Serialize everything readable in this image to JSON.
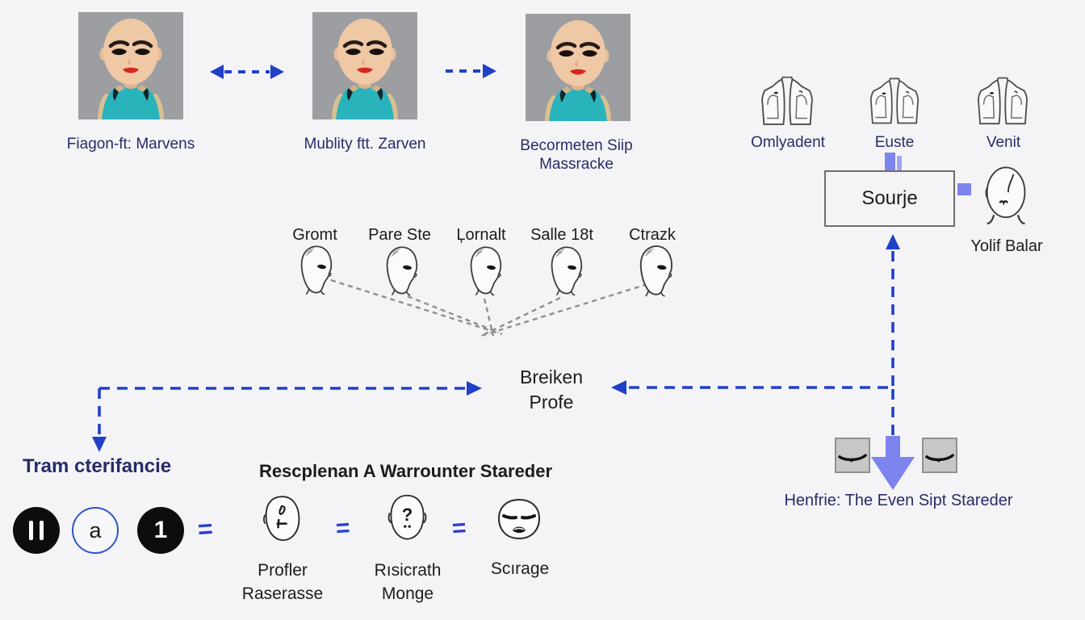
{
  "colors": {
    "canvas": "#f4f4f6",
    "accent_blue": "#2140c8",
    "periwinkle": "#7d84ee",
    "navy_text": "#272c68",
    "ink_text": "#1b1c1e",
    "photo_bg": "#9c9ea1",
    "shirt_teal": "#29b4bc",
    "skin": "#efc8a6",
    "card_gray": "#c7c7c7",
    "sketch_stroke": "#3f3f3f"
  },
  "top_row": {
    "photos": [
      {
        "label": "Fiagon-ft: Marvens"
      },
      {
        "label": "Mublity ftt. Zarven"
      },
      {
        "label": "Becormeten Siip Massracke",
        "lines": [
          "Becormeten Siip",
          "Massracke"
        ]
      }
    ]
  },
  "garments": {
    "items": [
      {
        "label": "Omlyadent"
      },
      {
        "label": "Euste"
      },
      {
        "label": "Venit"
      }
    ]
  },
  "source_box": {
    "label": "Sourje"
  },
  "yolif": {
    "label": "Yolif Balar"
  },
  "profile_row": {
    "items": [
      {
        "label": "Gromt"
      },
      {
        "label": "Pare Ste"
      },
      {
        "label": "Ļornalt"
      },
      {
        "label": "Salle 18t"
      },
      {
        "label": "Ctrazk"
      }
    ]
  },
  "center": {
    "lines": [
      "Breiken",
      "Profe"
    ]
  },
  "left_branch": {
    "title": "Tram cterifancie",
    "circle_a": "a",
    "circle_one": "1",
    "equals": "="
  },
  "bottom_panel": {
    "heading": "Rescplenan A Warrounter Stareder",
    "equals": "=",
    "faces": [
      {
        "lines": [
          "Profler",
          "Raserasse"
        ]
      },
      {
        "lines": [
          "Rısicrath",
          "Monge"
        ],
        "glyph": "?"
      },
      {
        "lines": [
          "Scırage"
        ]
      }
    ]
  },
  "bottom_right": {
    "label": "Henfrie: The Even Sipt Stareder"
  }
}
